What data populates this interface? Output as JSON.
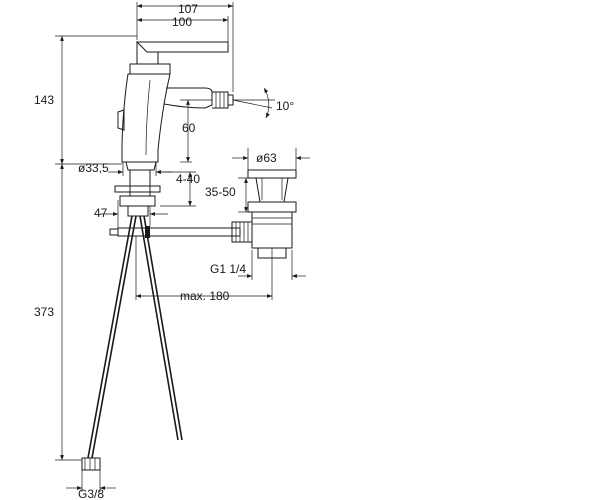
{
  "diagram": {
    "dims": {
      "d107": "107",
      "d100": "100",
      "d143": "143",
      "d10deg": "10°",
      "d60": "60",
      "d33_5": "ø33,5",
      "d4_40": "4-40",
      "d63": "ø63",
      "d35_50": "35-50",
      "d47": "47",
      "d373": "373",
      "g1_1_4": "G1 1/4",
      "max180": "max. 180",
      "g3_8": "G3/8"
    },
    "colors": {
      "line": "#1a1a1a",
      "background": "#ffffff"
    }
  }
}
